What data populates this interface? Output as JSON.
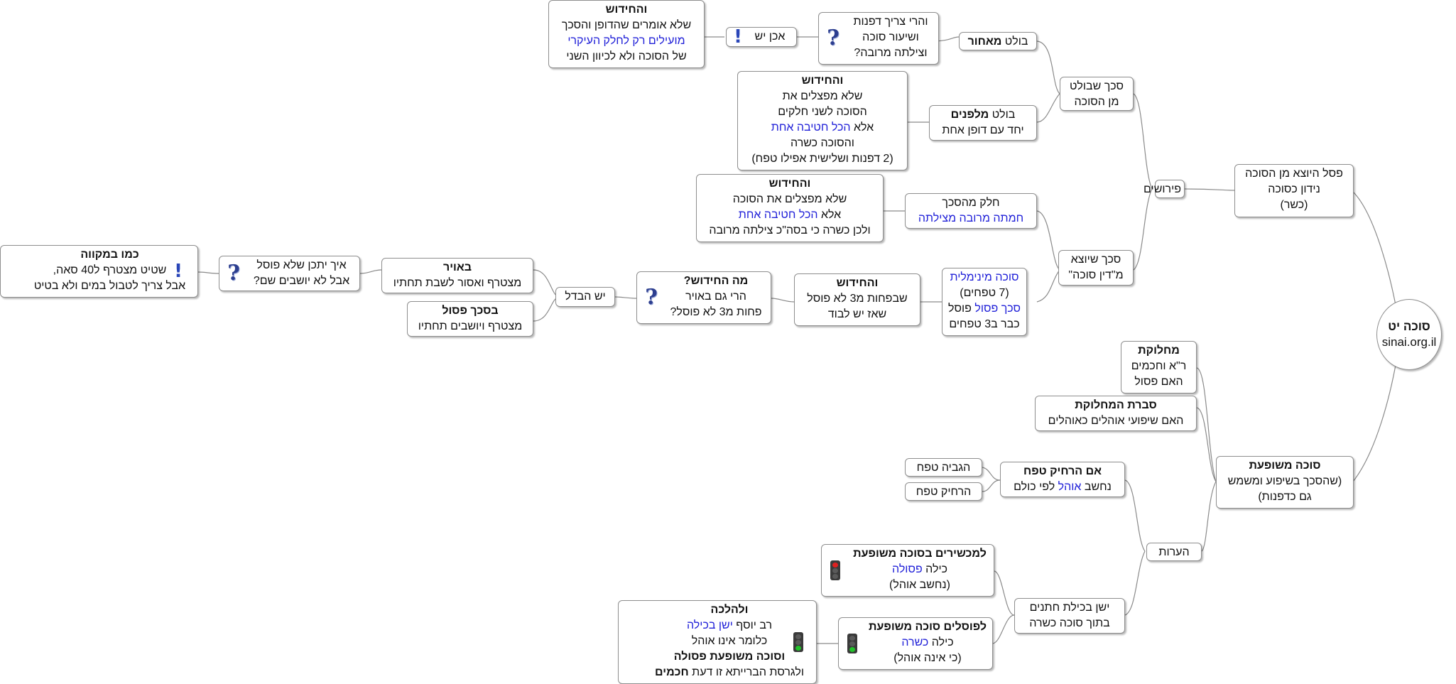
{
  "nodes": {
    "root": [
      "סוכה יט",
      "sinai.org.il"
    ],
    "pasul": [
      "פסל היוצא מן הסוכה",
      "נידון כסוכה",
      "(כשר)"
    ],
    "perushim": "פירושים",
    "sechach_boletz": [
      "סכך שבולט",
      "מן הסוכה"
    ],
    "boletz_meachor": {
      "pre": "בולט ",
      "bold": "מאחור"
    },
    "harei_tzarich": [
      "והרי צריך דפנות",
      "ושיעור סוכה",
      "וצילתה מרובה?"
    ],
    "achen_yesh": "אכן יש",
    "chidush1": {
      "title": "והחידוש",
      "l1": "שלא אומרים שהדופן והסכך",
      "l2": "מועילים רק לחלק העיקרי",
      "l3": "של הסוכה ולא לכיוון השני"
    },
    "boletz_milfanim": {
      "pre": "בולט ",
      "bold": "מלפנים",
      "l2": "יחד עם דופן אחת"
    },
    "chidush2": {
      "title": "והחידוש",
      "l1": "שלא מפצלים את",
      "l2": "הסוכה לשני חלקים",
      "l3_pre": "אלא ",
      "l3_blue": "הכל חטיבה אחת",
      "l4": "והסוכה כשרה",
      "l5": "(2 דפנות ושלישית אפילו טפח)"
    },
    "chelek": {
      "l1": "חלק מהסכך",
      "l2": "חמתה מרובה מצילתה"
    },
    "chidush3": {
      "title": "והחידוש",
      "l1": "שלא מפצלים את הסוכה",
      "l2_pre": "אלא ",
      "l2_blue": "הכל חטיבה אחת",
      "l3": "ולכן כשרה כי בסה\"כ צילתה מרובה"
    },
    "sechach_yotze": [
      "סכך שיוצא",
      "מ\"דין סוכה\""
    ],
    "sukka_min": {
      "l1": "סוכה מינימלית",
      "l2": "(7 טפחים)",
      "l3_blue": "סכך פסול",
      "l3_rest": " פוסל",
      "l4": "כבר ב3 טפחים"
    },
    "chidush4": {
      "title": "והחידוש",
      "l1": "שבפחות מ3 לא פוסל",
      "l2": "שאז יש לבוד"
    },
    "ma_hachidush": {
      "title": "מה החידוש?",
      "l1": "הרי גם באויר",
      "l2": "פחות מ3 לא פוסל?"
    },
    "yesh_hevdel": "יש הבדל",
    "baavir": {
      "title": "באויר",
      "l1": "מצטרף ואסור לשבת תחתיו"
    },
    "basechach": {
      "title": "בסכך פסול",
      "l1": "מצטרף ויושבים תחתיו"
    },
    "eich": [
      "איך יתכן שלא פוסל",
      "אבל לא יושבים שם?"
    ],
    "kmo_mikve": {
      "title": "כמו במקווה",
      "l1": "שטיט מצטרף ל40 סאה,",
      "l2": "אבל צריך לטבול במים ולא בטיט"
    },
    "machloket": {
      "title": "מחלוקת",
      "l1": "ר\"א וחכמים",
      "l2": "האם פסול"
    },
    "svarat": {
      "title": "סברת המחלוקת",
      "l1": "האם שיפועי אוהלים כאוהלים"
    },
    "meshupaat": {
      "title": "סוכה משופעת",
      "l1": "(שהסכך בשיפוע ומשמש",
      "l2": "גם כדפנות)"
    },
    "heorot": "הערות",
    "im_hirchik": {
      "title": "אם הרחיק טפח",
      "l1_pre": "נחשב ",
      "l1_blue": "אוהל",
      "l1_post": " לפי כולם"
    },
    "hegbia": "הגביה טפח",
    "hirchik": "הרחיק טפח",
    "yashen": [
      "ישן בכילת חתנים",
      "בתוך סוכה כשרה"
    ],
    "machshirim": {
      "title": "למכשירים בסוכה משופעת",
      "l1_pre": "כילה ",
      "l1_blue": "פסולה",
      "l2": "(נחשב אוהל)"
    },
    "poslim": {
      "title": "לפוסלים סוכה משופעת",
      "l1_pre": "כילה ",
      "l1_blue": "כשרה",
      "l2": "(כי אינה אוהל)"
    },
    "vehalacha": {
      "title": "ולהלכה",
      "l1_pre": "רב יוסף ",
      "l1_blue": "ישן בכילה",
      "l2": "כלומר אינו אוהל",
      "l3": "וסוכה משופעת פסולה",
      "l4_pre": "ולגרסת הברייתא זו דעת ",
      "l4_bold": "חכמים"
    }
  },
  "icons": {
    "question": "question-mark-icon",
    "exclamation": "exclamation-icon",
    "traffic_red": "traffic-light-red-icon",
    "traffic_green": "traffic-light-green-icon"
  },
  "colors": {
    "highlight": "#1f1fd8",
    "connector": "#8a8a8a",
    "border": "#8e8e8e"
  }
}
